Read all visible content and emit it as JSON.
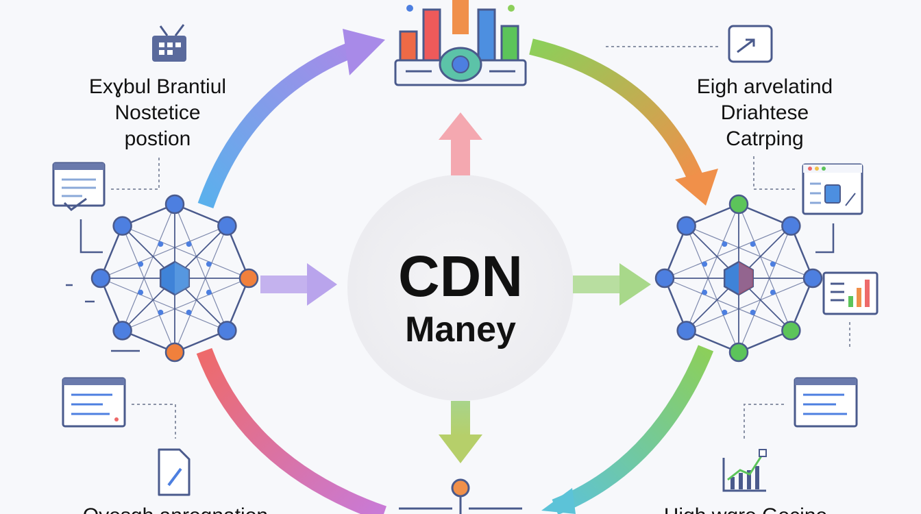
{
  "center": {
    "title": "CDN",
    "subtitle": "Maney"
  },
  "labels": {
    "top_left": [
      "Exɣbul Brantiul",
      "Nostetice",
      "postion"
    ],
    "top_right": [
      "Eigh arvelatind",
      "Driahtese",
      "Catrping"
    ],
    "bottom_left": "Oyesgh anregnation",
    "bottom_right": "High wgre Gecine"
  },
  "colors": {
    "ring_blue": "#6aa8e8",
    "ring_purple": "#a88ae8",
    "ring_orange": "#f0904a",
    "ring_green": "#8ccf5a",
    "ring_red": "#ee6a6a",
    "ring_teal": "#5cc3d8",
    "arrow_pink": "#f4a8b0",
    "arrow_lavender": "#b9a4ec",
    "arrow_green": "#a8d88a",
    "arrow_olive": "#b6cf6a",
    "node_blue": "#4d7fe0",
    "node_orange": "#f0803c",
    "node_green": "#5cc45a",
    "hub_blue": "#3f83d8",
    "hub_red": "#d94c54",
    "line": "#4a5a8c"
  },
  "icons": [
    "tv-icon",
    "document-check-icon",
    "browser-list-icon",
    "file-pen-icon",
    "wallet-icon",
    "browser-device-icon",
    "bar-chart-panel-icon",
    "browser-text-icon",
    "growth-chart-icon",
    "bar-chart-server-icon",
    "network-hub-icon",
    "network-node-icon"
  ]
}
